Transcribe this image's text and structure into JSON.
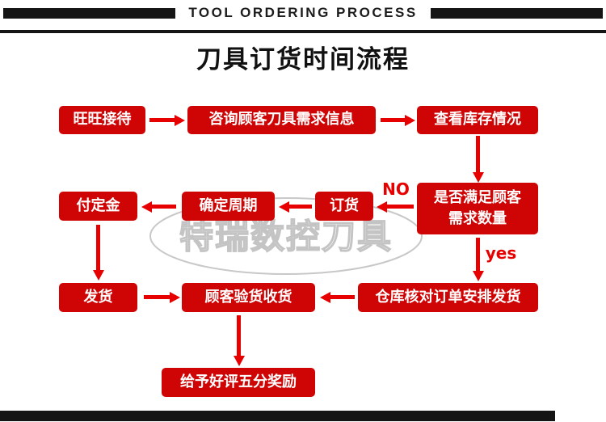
{
  "header": {
    "title_en": "TOOL ORDERING PROCESS",
    "title_zh": "刀具订货时间流程"
  },
  "watermark": {
    "text": "特瑞数控刀具"
  },
  "colors": {
    "box_red": "#cf0404",
    "arrow_red": "#e60000",
    "bar_black": "#151515",
    "watermark_gray": "#c8c8c8"
  },
  "flow": {
    "nodes": {
      "reception": "旺旺接待",
      "consult": "咨询顾客刀具需求信息",
      "check_stock": "查看库存情况",
      "meet_demand": "是否满足顾客需求数量",
      "order": "订货",
      "confirm_cycle": "确定周期",
      "pay_deposit": "付定金",
      "ship": "发货",
      "inspect_receive": "顾客验货收货",
      "warehouse_arrange": "仓库核对订单安排发货",
      "reward": "给予好评五分奖励"
    },
    "branch_labels": {
      "no": "NO",
      "yes": "yes"
    }
  }
}
